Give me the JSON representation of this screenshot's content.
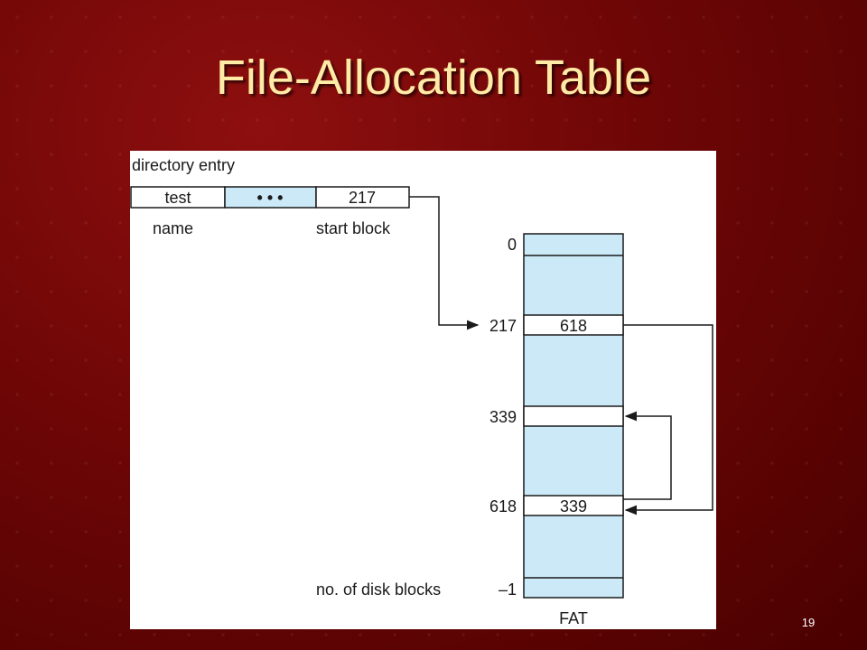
{
  "slide": {
    "title": "File-Allocation Table",
    "page_number": "19"
  },
  "diagram": {
    "directory_entry_label": "directory entry",
    "entry_name": "test",
    "entry_ellipsis": "• • •",
    "entry_start_block": "217",
    "name_label": "name",
    "start_block_label": "start block",
    "fat_label": "FAT",
    "disk_blocks_label": "no. of disk blocks",
    "rows": [
      {
        "index": "0",
        "value": ""
      },
      {
        "index": "217",
        "value": "618"
      },
      {
        "index": "339",
        "value": ""
      },
      {
        "index": "618",
        "value": "339"
      },
      {
        "index": "–1",
        "value": ""
      }
    ],
    "colors": {
      "cell_fill": "#cce9f8",
      "white_cell": "#ffffff",
      "line": "#1a1a1a"
    }
  }
}
